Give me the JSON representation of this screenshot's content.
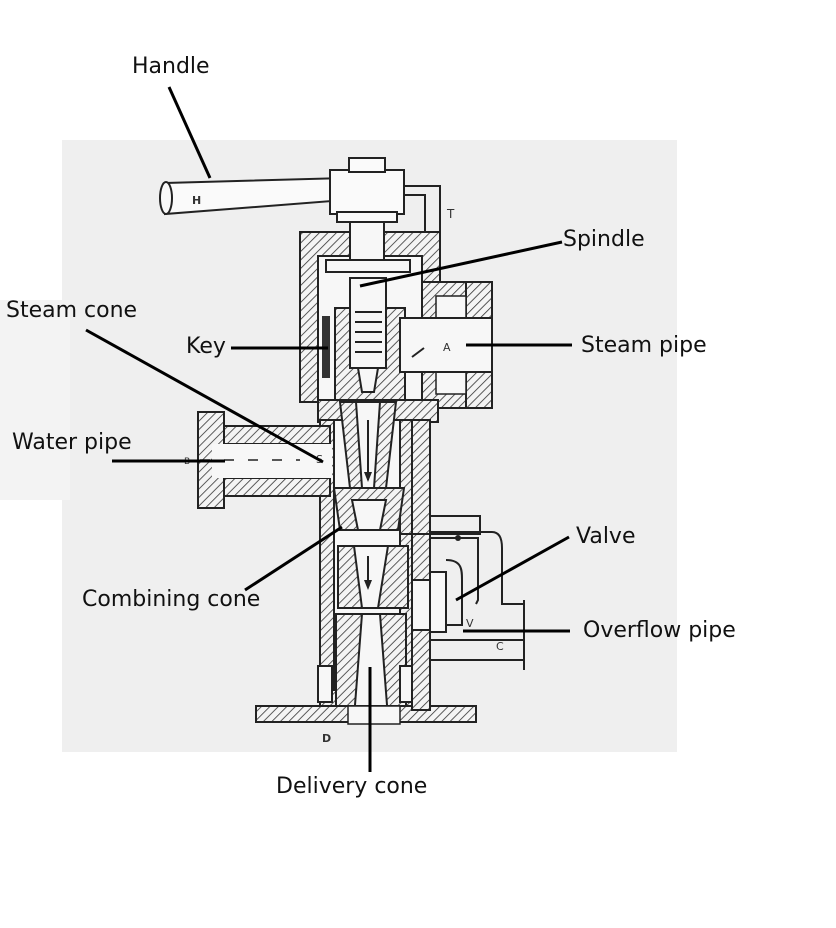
{
  "diagram": {
    "subject": "Steam injector (sectional view)",
    "labels": {
      "handle": "Handle",
      "spindle": "Spindle",
      "steam_cone": "Steam cone",
      "key": "Key",
      "steam_pipe": "Steam pipe",
      "water_pipe": "Water pipe",
      "valve": "Valve",
      "combining_cone": "Combining cone",
      "overflow_pipe": "Overflow pipe",
      "delivery_cone": "Delivery cone"
    },
    "letters": {
      "H": "H",
      "T": "T",
      "A": "A",
      "B": "B",
      "S": "S",
      "V": "V",
      "C": "C",
      "D": "D"
    }
  }
}
